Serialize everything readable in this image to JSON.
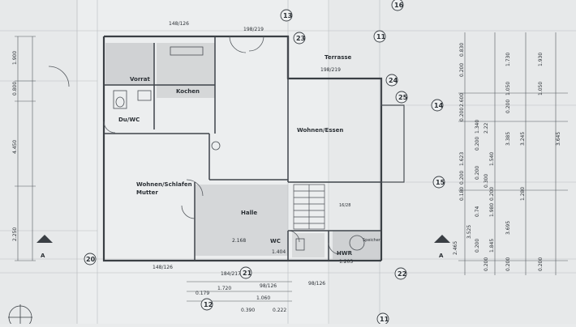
{
  "rooms": {
    "vorrat": "Vorrat",
    "kochen": "Kochen",
    "du_wc": "Du/WC",
    "wohnen_schlafen": "Wohnen/Schlafen",
    "mutter": "Mutter",
    "wohnen_essen": "Wohnen/Essen",
    "terrasse": "Terrasse",
    "halle": "Halle",
    "wc": "WC",
    "hwr": "HWR"
  },
  "labels": {
    "speicher": "Speicher",
    "section_mark": "A",
    "stair_label": "16/28"
  },
  "grid_markers": [
    "13",
    "16",
    "23",
    "11",
    "24",
    "25",
    "14",
    "15",
    "20",
    "21",
    "22",
    "12",
    "11"
  ],
  "top_dims": [
    "148/126",
    "198/219",
    "198/219"
  ],
  "bottom_dims": [
    "2.168",
    "1.404",
    "1.203",
    "1.720",
    "1.060",
    "0.179",
    "0.390",
    "0.222",
    "148/126",
    "98/126",
    "98/126",
    "184/217"
  ],
  "left_dims": [
    "1.900",
    "0.800",
    "4.450",
    "2.250"
  ],
  "right_dims_a": [
    "0.830",
    "0.200",
    "2.600",
    "0.200",
    "1.623",
    "0.200",
    "0.180"
  ],
  "right_dims_b": [
    "1.340",
    "0.200",
    "2.22",
    "1.540",
    "0.200",
    "0.74",
    "0.300",
    "1.980",
    "0.200",
    "1.845",
    "0.200",
    "0.200"
  ],
  "right_dims_c": [
    "1.730",
    "1.050",
    "0.200",
    "3.385",
    "3.245",
    "3.525",
    "2.465",
    "3.695",
    "1.280",
    "0.200"
  ],
  "right_dims_d": [
    "1.930",
    "3.645",
    "1.050",
    "0.200"
  ]
}
